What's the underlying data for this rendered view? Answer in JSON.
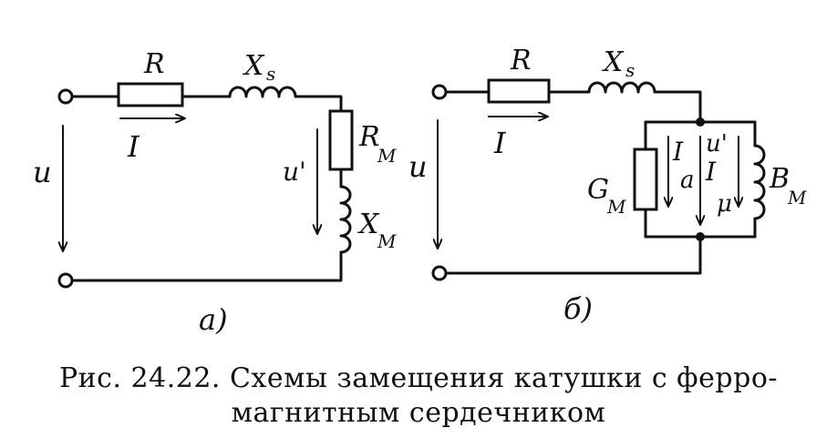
{
  "diagram_a": {
    "label_R": "R",
    "label_Xs": "X",
    "label_Xs_sub": "s",
    "label_I": "I",
    "label_U": "u",
    "label_U_prime": "u'",
    "label_Rm": "R",
    "label_Rm_sub": "M",
    "label_Xm": "X",
    "label_Xm_sub": "M",
    "caption": "а)"
  },
  "diagram_b": {
    "label_R": "R",
    "label_Xs": "X",
    "label_Xs_sub": "s",
    "label_I": "I",
    "label_U": "u",
    "label_U_prime": "u'",
    "label_Gm": "G",
    "label_Gm_sub": "M",
    "label_Ia": "I",
    "label_Ia_sub": "a",
    "label_Imu": "I",
    "label_Imu_sub": "μ",
    "label_Bm": "B",
    "label_Bm_sub": "M",
    "caption": "б)"
  },
  "figure": {
    "caption_line1": "Рис.  24.22.  Схемы замещения катушки с ферро-",
    "caption_line2": "магнитным  сердечником"
  }
}
